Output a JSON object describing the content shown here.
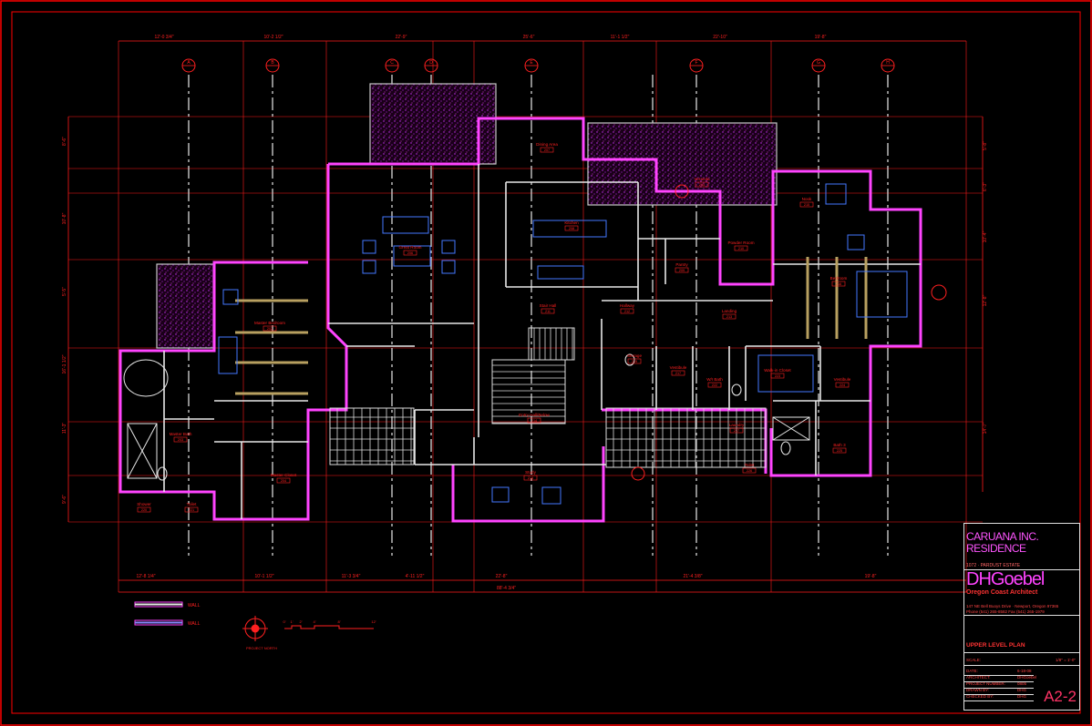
{
  "title_block": {
    "client_line1": "CARUANA INC.",
    "client_line2": "RESIDENCE",
    "project_address": "1072 · PARDUST ESTATE",
    "firm_name": "DHGoebel",
    "firm_subtitle": "Oregon Coast Architect",
    "firm_address_line1": "147 NE Bell Buoys Drive · Newport, Oregon 97365",
    "firm_address_line2": "Phone (541) 265-8582    Fax (541) 265-1979",
    "sheet_title": "UPPER LEVEL PLAN",
    "scale_label": "SCALE:",
    "scale_value": "1/8\" = 1'-0\"",
    "meta": [
      {
        "label": "DATE:",
        "value": "6-18-08"
      },
      {
        "label": "ARCHITECT:",
        "value": "DHGoebel"
      },
      {
        "label": "PROJECT NUMBER:",
        "value": "0805"
      },
      {
        "label": "DRAWN BY:",
        "value": "DHG"
      },
      {
        "label": "CHECKED BY:",
        "value": "DHG"
      }
    ],
    "sheet_number": "A2-2"
  },
  "dimensions_top": [
    "12'-0 3/4\"",
    "10'-2 1/2\"",
    "22'-9\"",
    "25'-6\"",
    "11'-1 1/2\"",
    "22'-10\"",
    "19'-8\""
  ],
  "dimensions_bottom": [
    "12'-8 1/4\"",
    "10'-1 1/2\"",
    "11'-3 3/4\"",
    "4'-11 1/2\"",
    "22'-8\"",
    "21'-4 3/8\"",
    "19'-8\""
  ],
  "dimension_overall_bottom": "88'-4 3/4\"",
  "dimensions_left": [
    "8'-6\"",
    "10'-8\"",
    "5'-5\"",
    "16'-1 1/2\"",
    "11'-3\"",
    "9'-6\""
  ],
  "dimensions_right": [
    "5'-8\"",
    "6'-3\"",
    "10'-4\"",
    "12'-8\"",
    "14'-7\""
  ],
  "column_grid_tags": [
    "A",
    "B",
    "C",
    "D",
    "E",
    "F",
    "G",
    "H"
  ],
  "rooms": [
    {
      "name": "Dining Area",
      "num": "207"
    },
    {
      "name": "Great Room",
      "num": "206"
    },
    {
      "name": "Kitchen",
      "num": "208"
    },
    {
      "name": "Pantry",
      "num": "209"
    },
    {
      "name": "Powder Room",
      "num": "210"
    },
    {
      "name": "Nook",
      "num": "215"
    },
    {
      "name": "Bedroom",
      "num": "216"
    },
    {
      "name": "Veranda",
      "num": "205"
    },
    {
      "name": "Master Bedroom",
      "num": "202"
    },
    {
      "name": "Master Bath",
      "num": "203"
    },
    {
      "name": "Master Closet",
      "num": "204"
    },
    {
      "name": "Shower",
      "num": "220"
    },
    {
      "name": "Toilet",
      "num": "221"
    },
    {
      "name": "Stair Hall",
      "num": "211"
    },
    {
      "name": "Hallway",
      "num": "212"
    },
    {
      "name": "Landing",
      "num": "213"
    },
    {
      "name": "Entry Hall/Below",
      "num": "214"
    },
    {
      "name": "Study",
      "num": "218"
    },
    {
      "name": "Storage",
      "num": "219"
    },
    {
      "name": "Vestibule",
      "num": "217"
    },
    {
      "name": "W/I Bath",
      "num": "222"
    },
    {
      "name": "Walk-in Closet",
      "num": "223"
    },
    {
      "name": "Vestibule",
      "num": "224"
    },
    {
      "name": "Bath 3",
      "num": "225"
    },
    {
      "name": "Toilet",
      "num": "226"
    },
    {
      "name": "Laundry",
      "num": "227"
    }
  ],
  "legend": [
    {
      "label": "WALL"
    },
    {
      "label": "WALL"
    }
  ],
  "north_arrow_label": "PROJECT NORTH",
  "scale_bar_ticks": [
    "0'",
    "1'",
    "2'",
    "4'",
    "8'",
    "12'"
  ],
  "colors": {
    "background": "#000000",
    "border": "#ff0000",
    "dimension": "#ff1a1a",
    "grid_line": "#c8c8c8",
    "wall": "#ff44ff",
    "wall_fill": "#e8e8e8",
    "furniture": "#4477ff",
    "stair": "#dcdcdc",
    "landscape": "#cc33ff",
    "text": "#ff2020"
  }
}
